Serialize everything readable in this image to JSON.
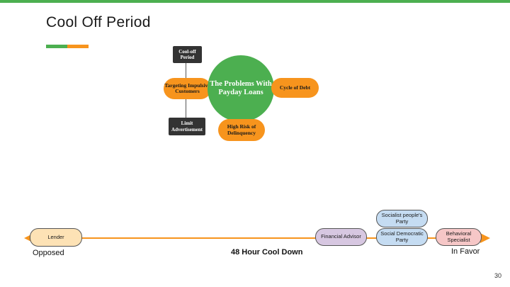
{
  "slide": {
    "title": "Cool Off Period",
    "page_number": "30"
  },
  "diagram": {
    "center": "The Problems With Payday Loans",
    "left": "Targeting Impulsive Customers",
    "right": "Cycle of Debt",
    "bottom": "High Risk of Delinquency",
    "top_left": "Cool-off Period",
    "bottom_left": "Limit Advertisement",
    "colors": {
      "green": "#4caf50",
      "orange": "#f7941d",
      "dark": "#333333"
    }
  },
  "spectrum": {
    "left_label": "Opposed",
    "center_label": "48 Hour Cool Down",
    "right_label": "In Favor",
    "stakeholders": {
      "lender": "Lender",
      "financial_advisor": "Financial Advisor",
      "socialist_peoples_party": "Socialist people's Party",
      "social_democratic_party": "Social Democratic Party",
      "behavioral_specialist": "Behavioral Specialist"
    },
    "colors": {
      "lender": "#fde2b5",
      "financial_advisor": "#d7c7e1",
      "party": "#c5dcf2",
      "behavioral": "#f6c7c7",
      "arrow": "#f7941d"
    }
  }
}
